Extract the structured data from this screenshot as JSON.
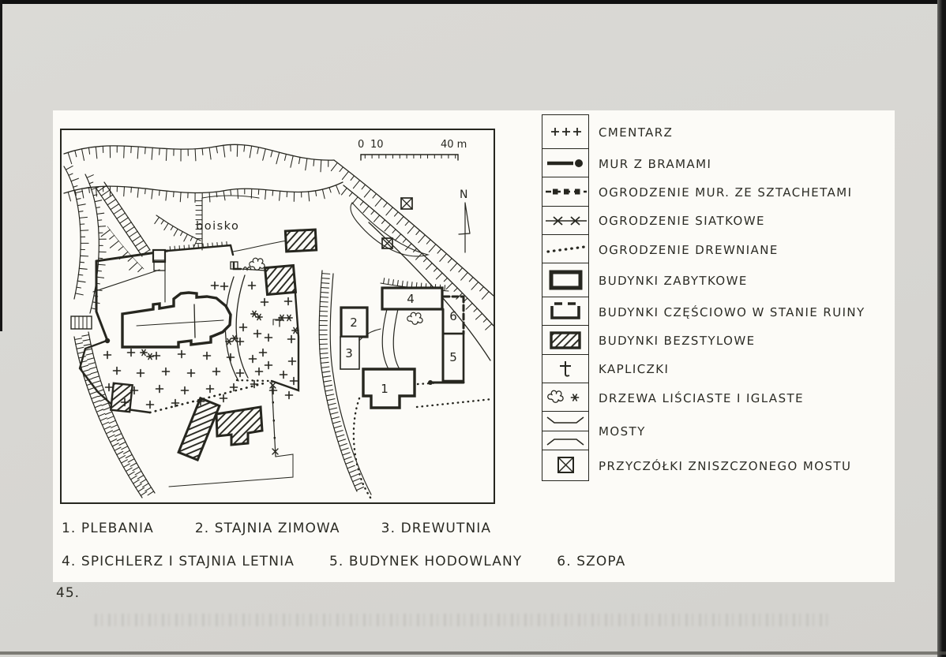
{
  "page": {
    "number": "45."
  },
  "map": {
    "field_label": "boisko",
    "north_label": "N",
    "scale": {
      "tick0": "0",
      "tick10": "10",
      "tick40": "40 m"
    },
    "building_numbers": [
      "1",
      "2",
      "3",
      "4",
      "5",
      "6"
    ]
  },
  "legend": {
    "items": [
      {
        "symbol": "cemetery",
        "label": "CMENTARZ"
      },
      {
        "symbol": "wall-with-gates",
        "label": "MUR Z BRAMAMI"
      },
      {
        "symbol": "masonry-fence-with-pickets",
        "label": "OGRODZENIE MUR. ZE SZTACHETAMI"
      },
      {
        "symbol": "wire-mesh-fence",
        "label": "OGRODZENIE SIATKOWE"
      },
      {
        "symbol": "wooden-fence",
        "label": "OGRODZENIE DREWNIANE"
      },
      {
        "symbol": "historic-buildings",
        "label": "BUDYNKI ZABYTKOWE"
      },
      {
        "symbol": "partially-ruined-buildings",
        "label": "BUDYNKI CZĘŚCIOWO W STANIE RUINY"
      },
      {
        "symbol": "styleless-buildings",
        "label": "BUDYNKI BEZSTYLOWE"
      },
      {
        "symbol": "wayside-shrines",
        "label": "KAPLICZKI"
      },
      {
        "symbol": "deciduous-and-conifer-trees",
        "label": "DRZEWA LIŚCIASTE I IGLASTE"
      },
      {
        "symbol": "bridges",
        "label": "MOSTY"
      },
      {
        "symbol": "destroyed-bridge-abutments",
        "label": "PRZYCZÓŁKI ZNISZCZONEGO MOSTU"
      }
    ]
  },
  "captions": {
    "row1": [
      "1. PLEBANIA",
      "2. STAJNIA ZIMOWA",
      "3. DREWUTNIA"
    ],
    "row2": [
      "4. SPICHLERZ I STAJNIA LETNIA",
      "5. BUDYNEK HODOWLANY",
      "6. SZOPA"
    ]
  },
  "colors": {
    "ink": "#26261f",
    "paper": "#fcfbf7",
    "page_background": "#d7d6d2"
  }
}
